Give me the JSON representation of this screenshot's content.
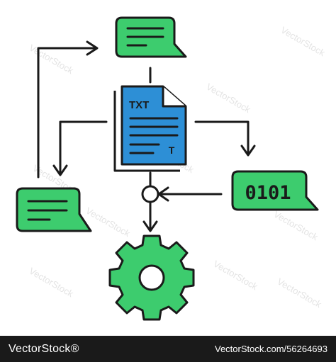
{
  "diagram": {
    "document": {
      "label": "TXT",
      "badge": "T"
    },
    "binary_bubble": {
      "label": "0101"
    },
    "colors": {
      "stroke": "#1a1a1a",
      "green": "#3dcc6e",
      "blue": "#2d8fd6",
      "paper": "#ffffff"
    },
    "icons": [
      "chat-bubble-icon",
      "document-icon",
      "binary-chat-icon",
      "gear-icon"
    ]
  },
  "watermark": {
    "text": "VectorStock"
  },
  "footer": {
    "brand": "VectorStock®",
    "credit": "VectorStock.com/56264693"
  }
}
